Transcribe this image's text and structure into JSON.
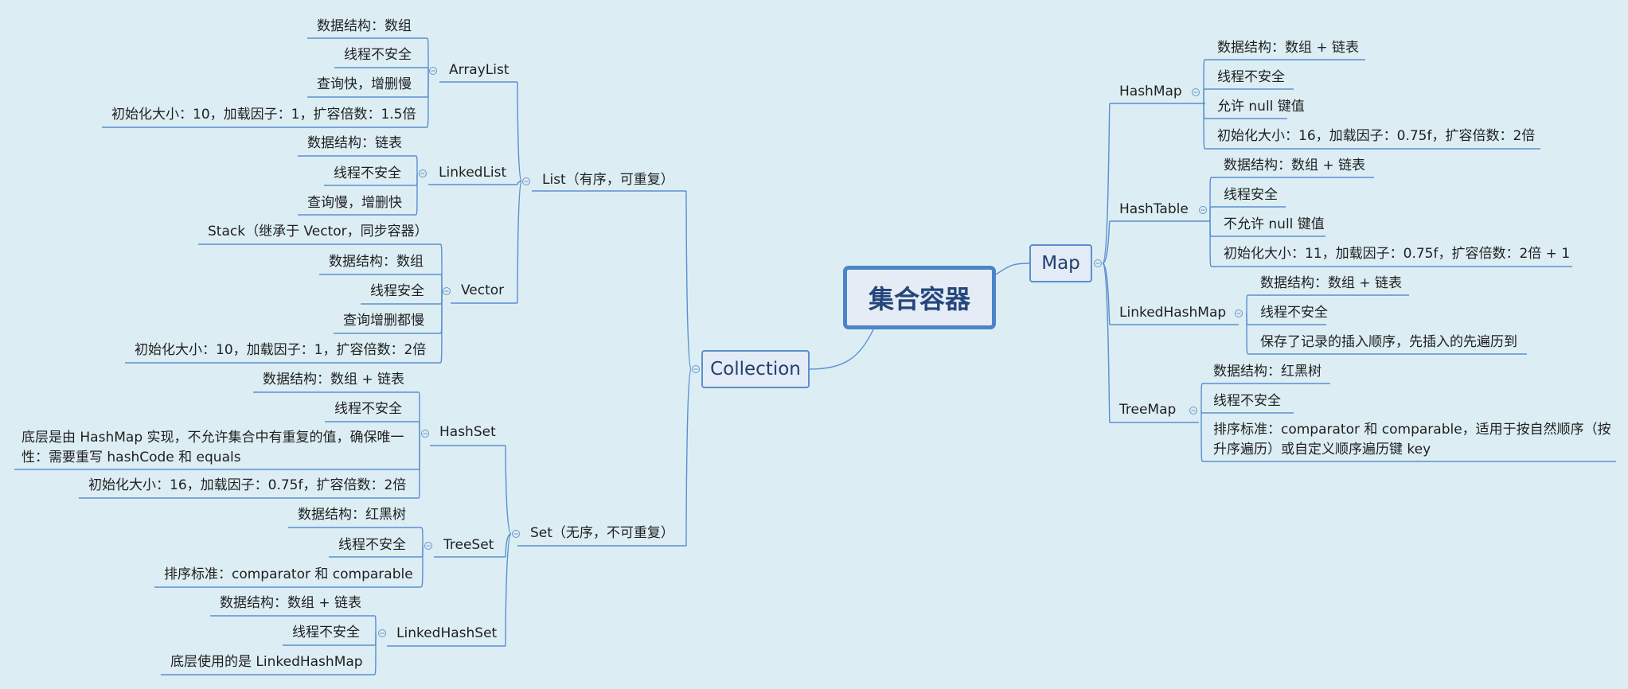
{
  "root": "集合容器",
  "collection": {
    "label": "Collection",
    "list": {
      "label": "List（有序，可重复）",
      "arraylist": {
        "label": "ArrayList",
        "items": [
          "数据结构：数组",
          "线程不安全",
          "查询快，增删慢",
          "初始化大小：10，加载因子：1，扩容倍数：1.5倍"
        ]
      },
      "linkedlist": {
        "label": "LinkedList",
        "items": [
          "数据结构：链表",
          "线程不安全",
          "查询慢，增删快"
        ]
      },
      "vector": {
        "label": "Vector",
        "items": [
          "Stack（继承于 Vector，同步容器）",
          "数据结构：数组",
          "线程安全",
          "查询增删都慢",
          "初始化大小：10，加载因子：1，扩容倍数：2倍"
        ]
      }
    },
    "set": {
      "label": "Set（无序，不可重复）",
      "hashset": {
        "label": "HashSet",
        "items": [
          "数据结构：数组 + 链表",
          "线程不安全",
          "底层是由 HashMap 实现，不允许集合中有重复的值，确保唯一性：需要重写 hashCode 和 equals",
          "初始化大小：16，加载因子：0.75f，扩容倍数：2倍"
        ]
      },
      "treeset": {
        "label": "TreeSet",
        "items": [
          "数据结构：红黑树",
          "线程不安全",
          "排序标准：comparator 和 comparable"
        ]
      },
      "linkedhashset": {
        "label": "LinkedHashSet",
        "items": [
          "数据结构：数组 + 链表",
          "线程不安全",
          "底层使用的是 LinkedHashMap"
        ]
      }
    }
  },
  "map": {
    "label": "Map",
    "hashmap": {
      "label": "HashMap",
      "items": [
        "数据结构：数组 + 链表",
        "线程不安全",
        "允许 null 键值",
        "初始化大小：16，加载因子：0.75f，扩容倍数：2倍"
      ]
    },
    "hashtable": {
      "label": "HashTable",
      "items": [
        "数据结构：数组 + 链表",
        "线程安全",
        "不允许 null 键值",
        "初始化大小：11，加载因子：0.75f，扩容倍数：2倍 + 1"
      ]
    },
    "linkedhashmap": {
      "label": "LinkedHashMap",
      "items": [
        "数据结构：数组 + 链表",
        "线程不安全",
        "保存了记录的插入顺序，先插入的先遍历到"
      ]
    },
    "treemap": {
      "label": "TreeMap",
      "items": [
        "数据结构：红黑树",
        "线程不安全",
        "排序标准：comparator 和 comparable，适用于按自然顺序（按升序遍历）或自定义顺序遍历键 key"
      ]
    }
  },
  "colors": {
    "background": "#dceef4",
    "line": "#5b8fd0",
    "node_fill": "#e3ebf6"
  }
}
